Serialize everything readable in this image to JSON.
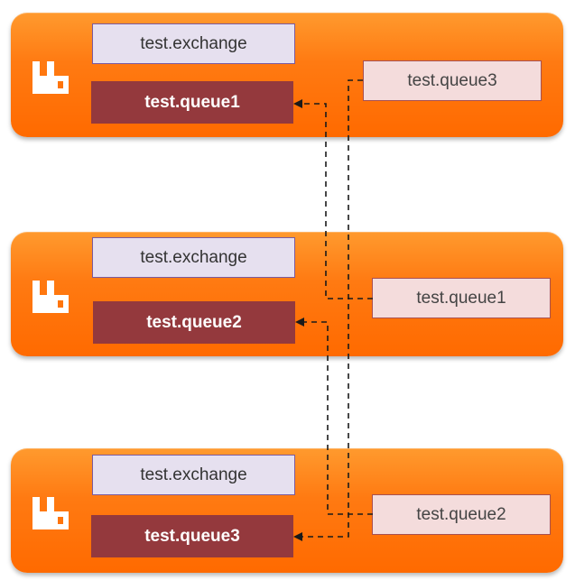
{
  "nodes": [
    {
      "exchange": "test.exchange",
      "local_queue": "test.queue1",
      "federated_queue": "test.queue3",
      "logo_icon": "rabbitmq-logo-icon"
    },
    {
      "exchange": "test.exchange",
      "local_queue": "test.queue2",
      "federated_queue": "test.queue1",
      "logo_icon": "rabbitmq-logo-icon"
    },
    {
      "exchange": "test.exchange",
      "local_queue": "test.queue3",
      "federated_queue": "test.queue2",
      "logo_icon": "rabbitmq-logo-icon"
    }
  ],
  "colors": {
    "node_orange": "#ff7a12",
    "exchange_fill": "#e6e0ef",
    "exchange_border": "#7a5a9e",
    "local_queue_fill": "#94393d",
    "federated_queue_fill": "#f4dcdc",
    "federated_queue_border": "#a85050",
    "link_line": "#1a1a1a"
  }
}
